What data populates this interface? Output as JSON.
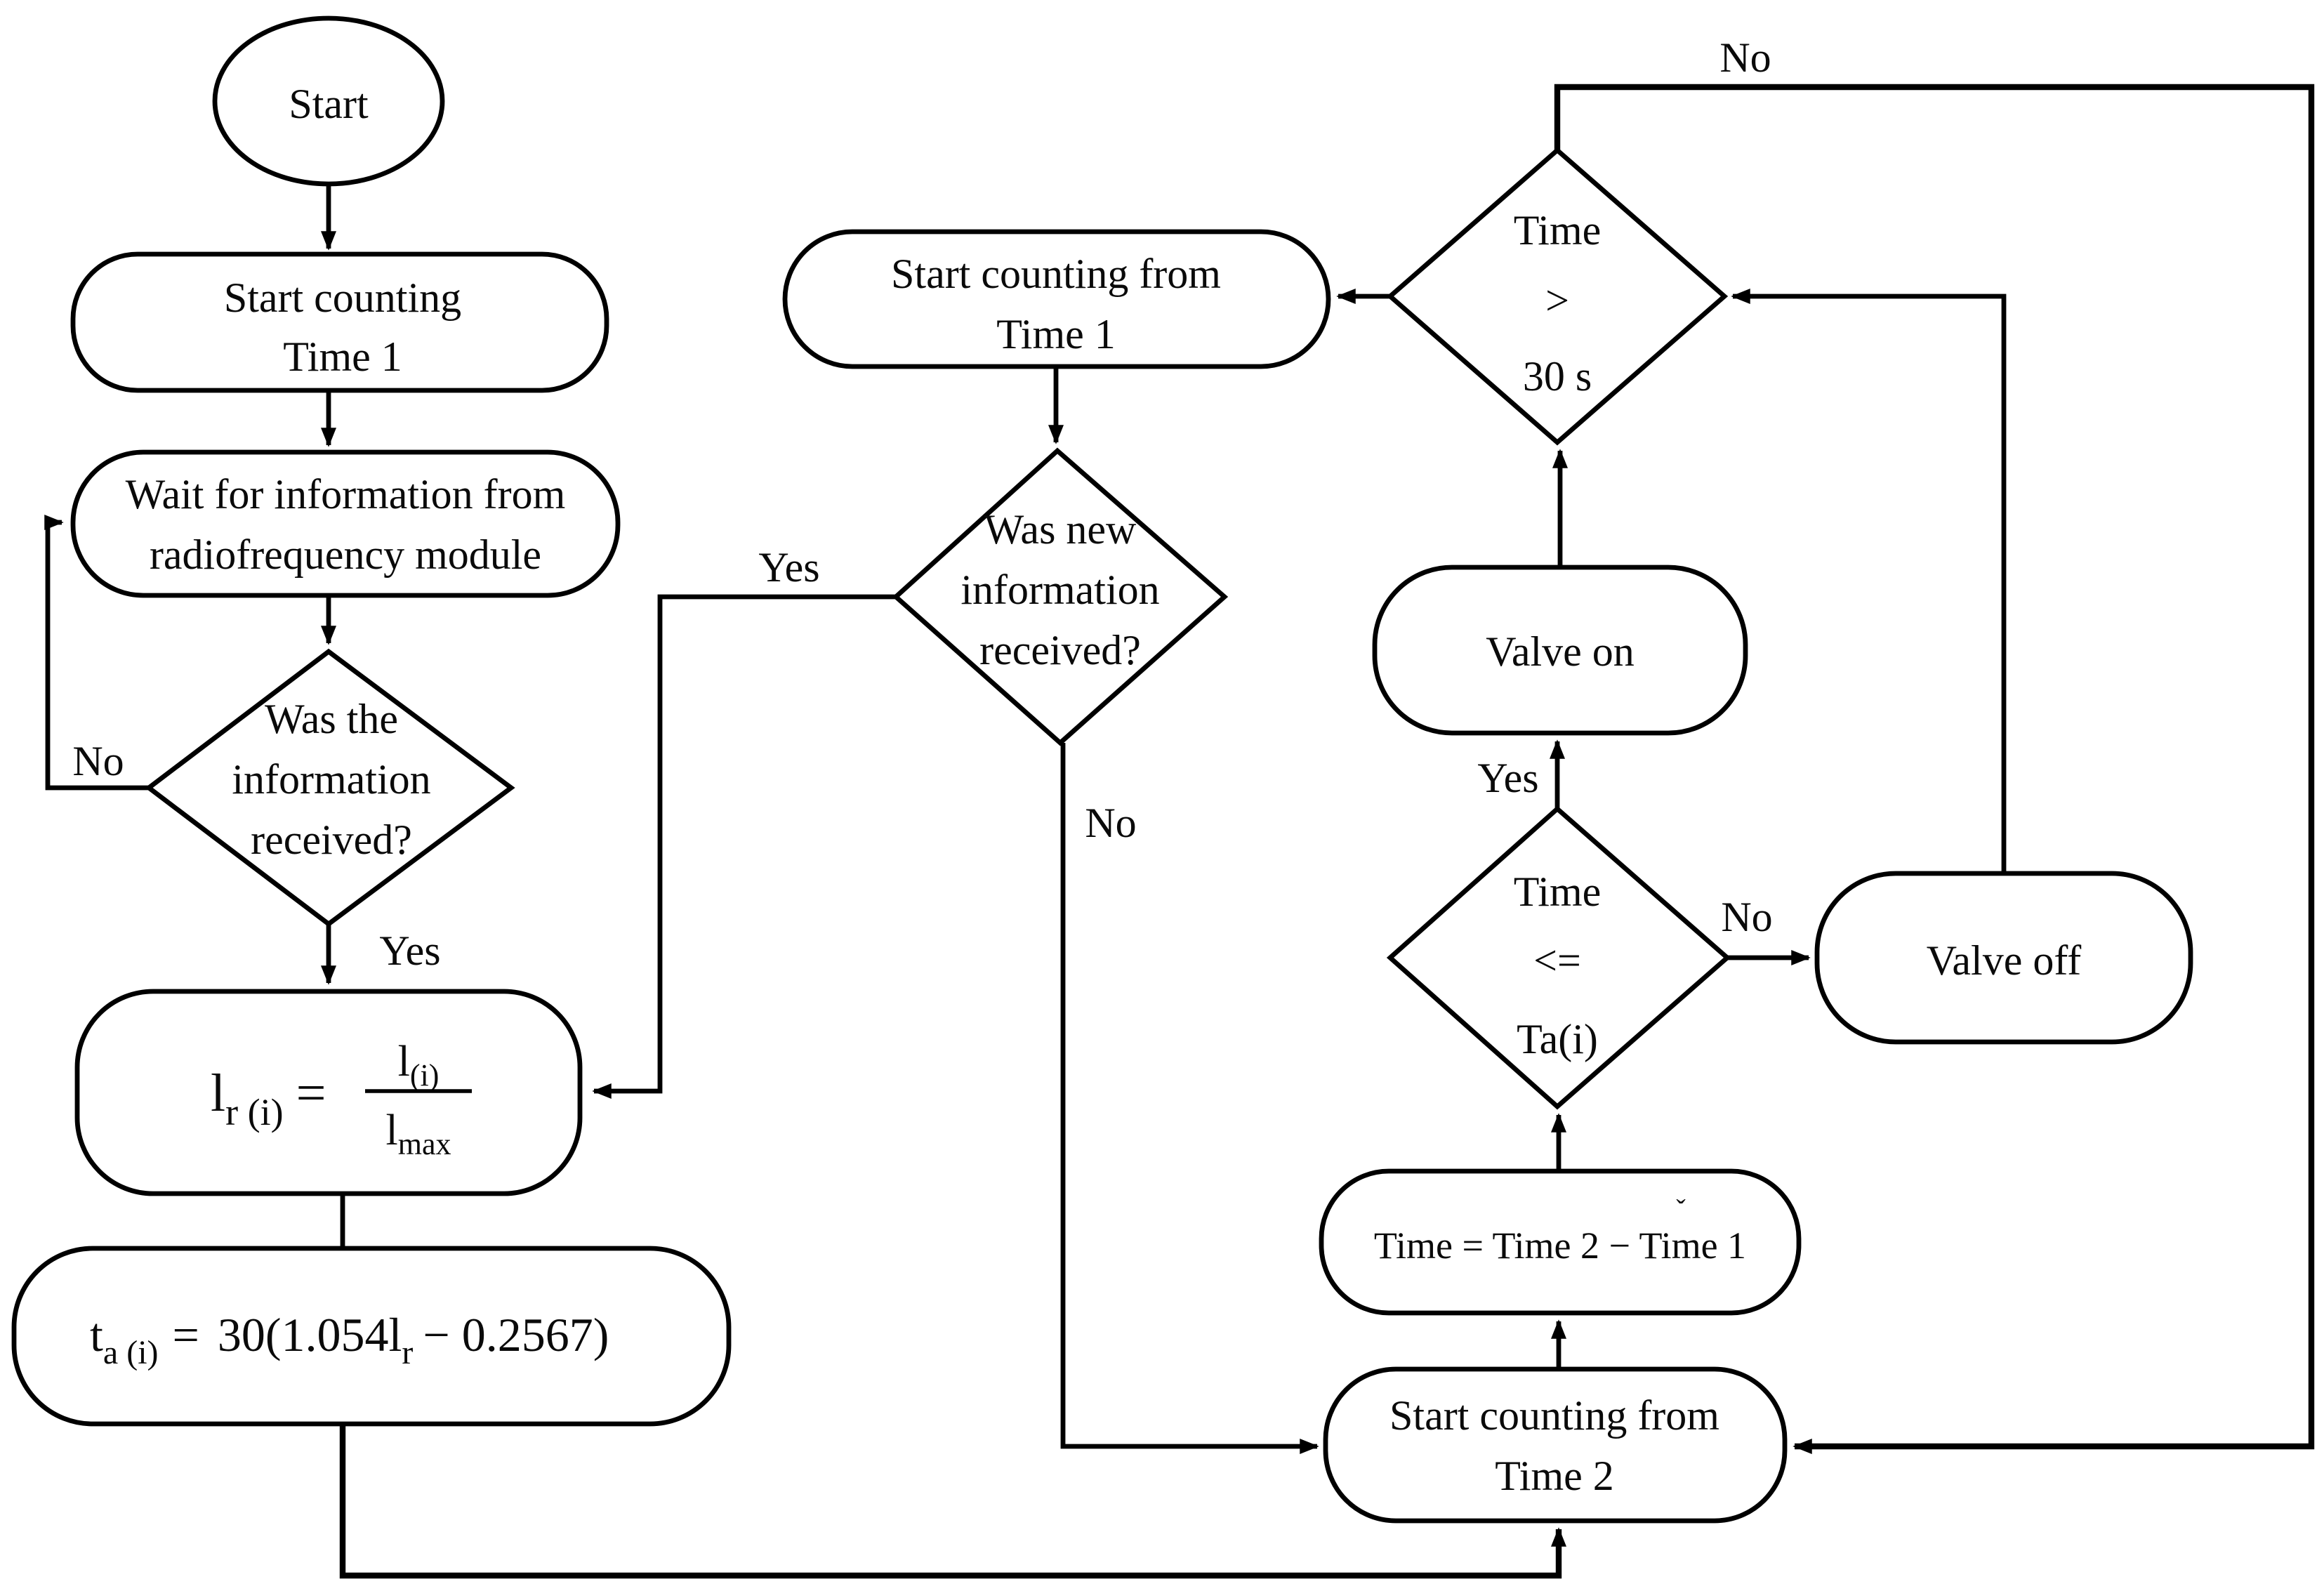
{
  "canvas": {
    "background": "#ffffff",
    "ink": "#000000"
  },
  "nodes": {
    "start": {
      "label": "Start"
    },
    "count1": {
      "lines": [
        "Start counting",
        "Time 1"
      ]
    },
    "wait": {
      "lines": [
        "Wait for information from",
        "radiofrequency module"
      ]
    },
    "info_received": {
      "lines": [
        "Was the",
        "information",
        "received?"
      ]
    },
    "formula_lr": {
      "main": [
        "l",
        "r (i)",
        "="
      ],
      "num": [
        "l",
        "(i)"
      ],
      "den": [
        "l",
        "max"
      ]
    },
    "formula_ta": {
      "parts": [
        "t",
        "a (i)",
        "=",
        "30(1.054l",
        "r",
        "− 0.2567)"
      ]
    },
    "count_from1": {
      "lines": [
        "Start counting from",
        "Time 1"
      ]
    },
    "new_info": {
      "lines": [
        "Was new",
        "information",
        "received?"
      ]
    },
    "time_gt30": {
      "lines": [
        "Time",
        ">",
        "30 s"
      ]
    },
    "valve_on": {
      "label": "Valve on"
    },
    "time_le_ta": {
      "lines": [
        "Time",
        "<=",
        "Ta(i)"
      ]
    },
    "valve_off": {
      "label": "Valve off"
    },
    "time_diff": {
      "label": "Time = Time 2 − Time 1",
      "artifact": "ˇ"
    },
    "count_from2": {
      "lines": [
        "Start counting from",
        "Time 2"
      ]
    }
  },
  "edge_labels": {
    "info_no": "No",
    "info_yes": "Yes",
    "newinfo_yes": "Yes",
    "newinfo_no": "No",
    "time30_no": "No",
    "timeta_yes": "Yes",
    "timeta_no": "No"
  }
}
